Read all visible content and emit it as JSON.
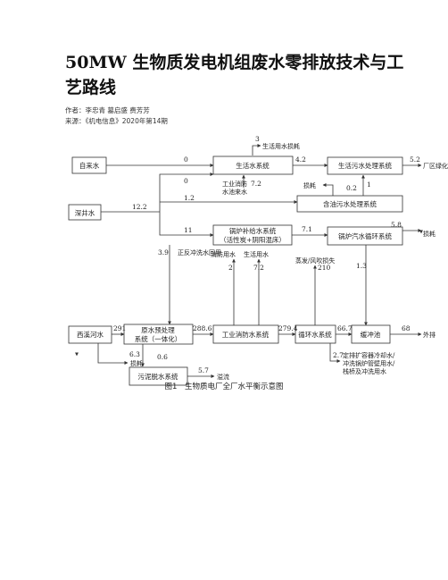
{
  "article": {
    "title_line1": "50MW 生物质发电机组废水零排放技术与工",
    "title_line2": "艺路线",
    "authors": "作者：李忠青 墓启盛 费芳芳",
    "source": "来源：《机电信息》2020年第14期"
  },
  "diagram": {
    "boxes": {
      "tap_water": "自来水",
      "deep_well": "深井水",
      "xixi_river": "西溪河水",
      "domestic_water": "生活水系统",
      "domestic_sewage": "生活污水处理系统",
      "oily_water": "含油污水处理系统",
      "boiler_makeup_1": "锅炉补给水系统",
      "boiler_makeup_2": "（活性炭+阴阳混床）",
      "boiler_steam": "锅炉汽水循环系统",
      "raw_pre_1": "原水预处理",
      "raw_pre_2": "系统（一体化）",
      "fire_water": "工业消防水系统",
      "circ_water": "循环水系统",
      "buffer_pool": "缓冲池",
      "sludge": "污泥脱水系统"
    },
    "notes": {
      "domestic_loss": "生活用水损耗",
      "plant_green": "厂区绿化",
      "fire_pool_1": "工业消防",
      "fire_pool_2": "水池来水",
      "loss_sewage": "损耗",
      "backwash": "正反冲洗水回用",
      "boiler_loss": "损耗",
      "fire_use": "消防用水",
      "domestic_use": "生活用水",
      "evaporation": "蒸发/风吹损失",
      "discharge": "外排",
      "pre_loss": "损耗",
      "overflow": "溢流",
      "cooling_1": "定排扩容器冷却水/",
      "cooling_2": "冲洗锅炉管壁用水/",
      "cooling_3": "栈桥及冲洗用水"
    },
    "flows": {
      "f_3": "3",
      "f_0a": "0",
      "f_4_2": "4.2",
      "f_5_2": "5.2",
      "f_0b": "0",
      "f_7_2a": "7.2",
      "f_1_2": "1.2",
      "f_0_2": "0.2",
      "f_1": "1",
      "f_12_2": "12.2",
      "f_11": "11",
      "f_7_1": "7.1",
      "f_3_9": "3.9",
      "f_5_8": "5.8",
      "f_1_3": "1.3",
      "f_2": "2",
      "f_7_2b": "7.2",
      "f_210": "210",
      "f_291": "291",
      "f_288_6": "288.6",
      "f_279_4": "279.4",
      "f_66_7": "66.7",
      "f_68": "68",
      "f_6_3": "6.3",
      "f_0_6": "0.6",
      "f_2_7": "2.7",
      "f_5_7": "5.7"
    },
    "caption": "图1　生物质电厂全厂水平衡示意图"
  }
}
